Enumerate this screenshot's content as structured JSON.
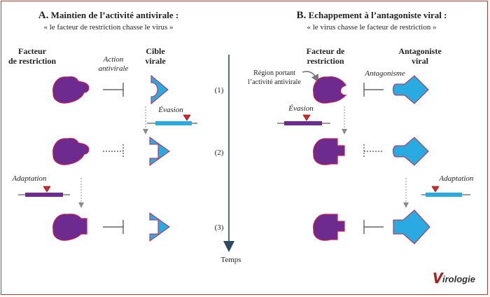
{
  "panel_a": {
    "title_letter": "A.",
    "title": "Maintien de l’activité antivirale :",
    "subtitle": "« le facteur de restriction chasse le virus »",
    "col_left_1": "Facteur",
    "col_left_2": "de restriction",
    "col_mid_1": "Action",
    "col_mid_2": "antivirale",
    "col_right_1": "Cible",
    "col_right_2": "virale",
    "evasion": "Évasion",
    "adaptation": "Adaptation"
  },
  "panel_b": {
    "title_letter": "B.",
    "title": "Echappement à l’antagoniste viral :",
    "subtitle": "« le virus chasse le facteur de restriction »",
    "col_left_1": "Facteur de",
    "col_left_2": "restriction",
    "col_mid": "Antagonisme",
    "col_right_1": "Antagoniste",
    "col_right_2": "viral",
    "region_1": "Région portant",
    "region_2": "l’activité antivirale",
    "evasion": "Évasion",
    "adaptation": "Adaptation"
  },
  "timeline": {
    "step_1": "(1)",
    "step_2": "(2)",
    "step_3": "(3)",
    "label": "Temps"
  },
  "logo": {
    "initial": "V",
    "rest": "irologie"
  },
  "colors": {
    "factor": "#6e2b8f",
    "factor_outline": "#c21f4b",
    "viral": "#29abe2",
    "mutation": "#d62828",
    "arrow": "#8a8a8a",
    "timeline": "#2e4a62"
  }
}
